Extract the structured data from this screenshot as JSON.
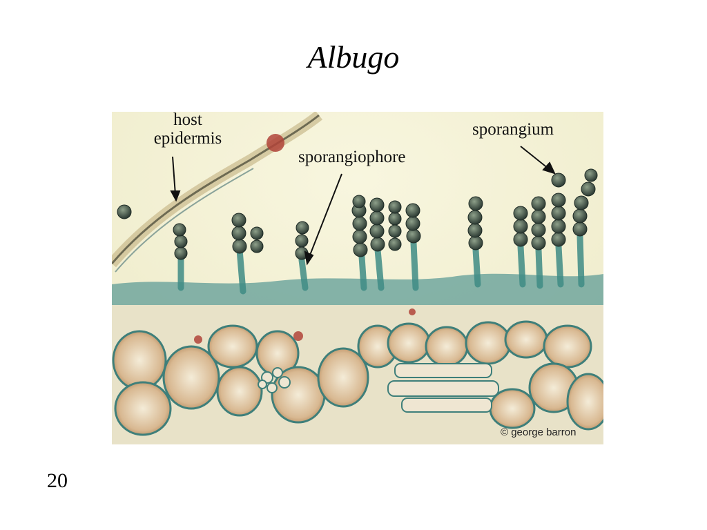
{
  "slide": {
    "title": "Albugo",
    "page_number": "20"
  },
  "figure": {
    "labels": {
      "host_epidermis": "host\nepidermis",
      "sporangiophore": "sporangiophore",
      "sporangium": "sporangium"
    },
    "copyright": "© george barron"
  }
}
